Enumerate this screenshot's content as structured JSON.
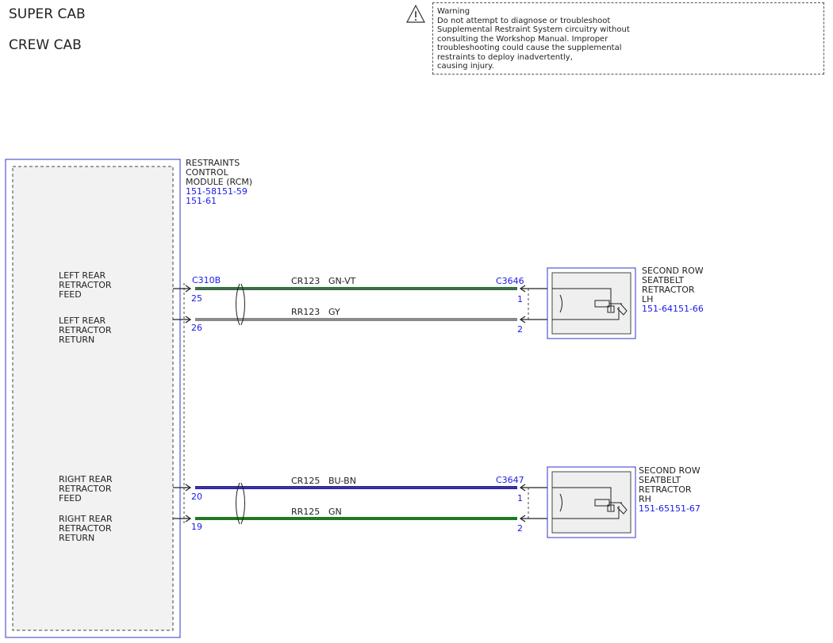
{
  "headers": [
    "SUPER CAB",
    "CREW CAB"
  ],
  "warning": {
    "icon": "warning-triangle-icon",
    "lines": [
      "Warning",
      "Do not attempt to diagnose or troubleshoot",
      "Supplemental Restraint System circuitry without",
      "consulting the Workshop Manual. Improper",
      "troubleshooting could cause the supplemental",
      "restraints to deploy inadvertently,",
      "causing injury."
    ]
  },
  "rcm": {
    "name_lines": [
      "RESTRAINTS",
      "CONTROL",
      "MODULE (RCM)"
    ],
    "refs": [
      "151-58151-59",
      "151-61"
    ],
    "connector": "C310B",
    "pins": [
      {
        "label_lines": [
          "LEFT REAR",
          "RETRACTOR",
          "FEED"
        ],
        "pin": "25"
      },
      {
        "label_lines": [
          "LEFT REAR",
          "RETRACTOR",
          "RETURN"
        ],
        "pin": "26"
      },
      {
        "label_lines": [
          "RIGHT REAR",
          "RETRACTOR",
          "FEED"
        ],
        "pin": "20"
      },
      {
        "label_lines": [
          "RIGHT REAR",
          "RETRACTOR",
          "RETURN"
        ],
        "pin": "19"
      }
    ]
  },
  "wires": [
    {
      "circuit": "CR123",
      "color_code": "GN-VT",
      "color": "#1f7a1f",
      "stripe": "#7a4fa0"
    },
    {
      "circuit": "RR123",
      "color_code": "GY",
      "color": "#8a8a8a",
      "stripe": ""
    },
    {
      "circuit": "CR125",
      "color_code": "BU-BN",
      "color": "#2020c8",
      "stripe": "#6b4a2a"
    },
    {
      "circuit": "RR125",
      "color_code": "GN",
      "color": "#1f7a1f",
      "stripe": ""
    }
  ],
  "components": [
    {
      "name_lines": [
        "SECOND ROW",
        "SEATBELT",
        "RETRACTOR",
        "LH"
      ],
      "ref": "151-64151-66",
      "connector": "C3646",
      "pins": [
        "1",
        "2"
      ]
    },
    {
      "name_lines": [
        "SECOND ROW",
        "SEATBELT",
        "RETRACTOR",
        "RH"
      ],
      "ref": "151-65151-67",
      "connector": "C3647",
      "pins": [
        "1",
        "2"
      ]
    }
  ]
}
